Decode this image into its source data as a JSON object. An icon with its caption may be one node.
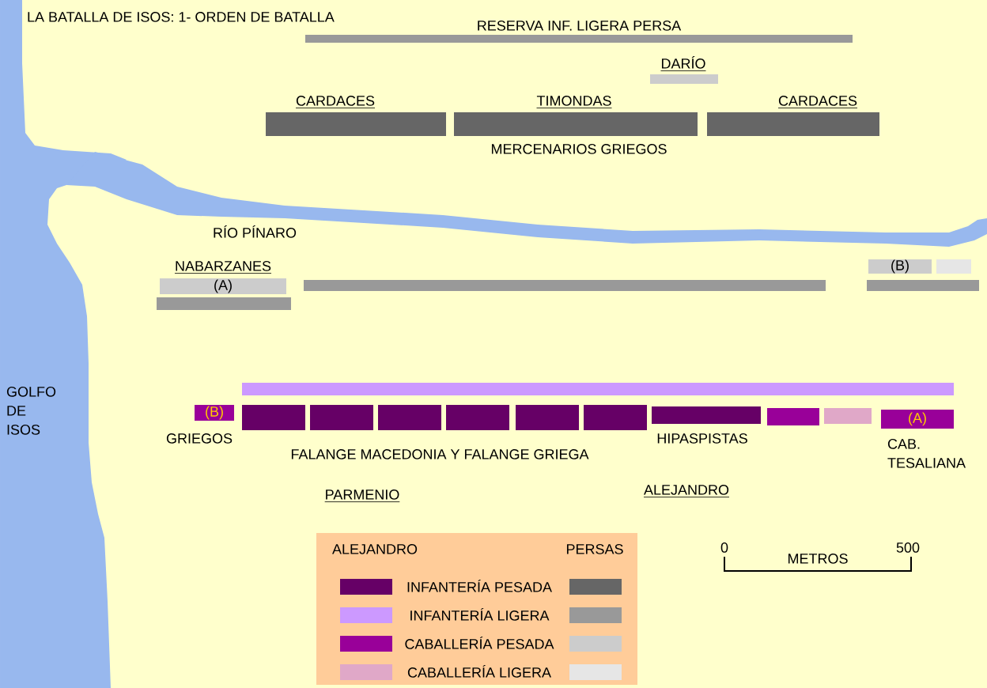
{
  "diagram": {
    "title": "LA BATALLA DE ISOS: 1- ORDEN DE BATALLA",
    "nodes": [
      {
        "text": [
          "RESERVA INF. LIGERA PERSA"
        ]
      },
      {
        "text": [
          "DARÍO"
        ]
      },
      {
        "text": [
          "CARDACES"
        ]
      },
      {
        "text": [
          "TIMONDAS"
        ],
        "beside": [
          "MERCENARIOS GRIEGOS"
        ]
      },
      {
        "text": [
          "CARDACES"
        ]
      },
      {
        "text": [
          "NABARZANES",
          "(A)"
        ]
      },
      {
        "text": [],
        "shape": "bar"
      },
      {
        "text": [
          "(B)"
        ]
      },
      {
        "text": [],
        "shape": "bar"
      },
      {
        "text": [],
        "shape": "bar"
      },
      {
        "text": [],
        "shape": "bar"
      },
      {
        "text": [],
        "shape": "bar"
      },
      {
        "text": [
          "(B)"
        ],
        "beside": [
          "GRIEGOS"
        ]
      },
      {
        "text": [],
        "shape": "bar"
      },
      {
        "text": [],
        "shape": "bar"
      },
      {
        "text": [],
        "shape": "bar"
      },
      {
        "text": [],
        "shape": "bar"
      },
      {
        "text": [],
        "shape": "bar"
      },
      {
        "text": [],
        "shape": "bar"
      },
      {
        "text": [],
        "shape": "bar",
        "beside": [
          "HIPASPISTAS"
        ]
      },
      {
        "text": [],
        "shape": "bar"
      },
      {
        "text": [],
        "shape": "bar"
      },
      {
        "text": [
          "(A)"
        ],
        "beside": [
          "CAB. TESALIANA"
        ]
      }
    ],
    "labels": [
      "RÍO PÍNARO",
      "GOLFO DE ISOS",
      "FALANGE MACEDONIA Y FALANGE GRIEGA",
      "PARMENIO",
      "ALEJANDRO",
      "ALEJANDRO",
      "PERSAS",
      "0",
      "500",
      "METROS"
    ],
    "legend": [
      {
        "text": "INFANTERÍA PESADA",
        "color": "#660066"
      },
      {
        "text": "INFANTERÍA LIGERA",
        "color": "#cc99ff"
      },
      {
        "text": "CABALLERÍA PESADA",
        "color": "#990099"
      },
      {
        "text": "CABALLERÍA LIGERA",
        "color": "#e0a8c8"
      }
    ]
  }
}
